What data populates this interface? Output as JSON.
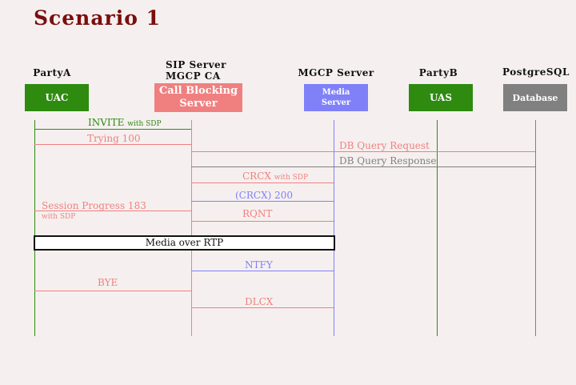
{
  "title": "Scenario 1",
  "participants": {
    "partyA": {
      "label": "PartyA",
      "box": "UAC",
      "color": "#2e8b10"
    },
    "sip": {
      "label_line1": "SIP Server",
      "label_line2": "MGCP CA",
      "box_line1": "Call Blocking",
      "box_line2": "Server",
      "color": "#f08080"
    },
    "mgcp": {
      "label": "MGCP Server",
      "box_line1": "Media",
      "box_line2": "Server",
      "color": "#8080f8"
    },
    "partyB": {
      "label": "PartyB",
      "box": "UAS",
      "color": "#2e8b10"
    },
    "postgres": {
      "label": "PostgreSQL",
      "box": "Database",
      "color": "#808080"
    }
  },
  "messages": {
    "invite": {
      "text": "INVITE",
      "suffix": "with SDP",
      "color": "#2e8b10"
    },
    "trying": {
      "text": "Trying 100",
      "color": "#f08080"
    },
    "db_request": {
      "text": "DB Query Request",
      "color": "#f08080"
    },
    "db_response": {
      "text": "DB Query Response",
      "color": "#808080"
    },
    "crcx": {
      "text": "CRCX",
      "suffix": "with SDP",
      "color": "#f08080"
    },
    "crcx_200": {
      "text": "(CRCX) 200",
      "color": "#8080f8"
    },
    "session_progress": {
      "text": "Session Progress 183",
      "suffix": "with SDP",
      "color": "#f08080"
    },
    "rqnt": {
      "text": "RQNT",
      "color": "#f08080"
    },
    "ntfy": {
      "text": "NTFY",
      "color": "#8080f8"
    },
    "bye": {
      "text": "BYE",
      "color": "#f08080"
    },
    "dlcx": {
      "text": "DLCX",
      "color": "#f08080"
    }
  },
  "rtp_label": "Media over RTP"
}
